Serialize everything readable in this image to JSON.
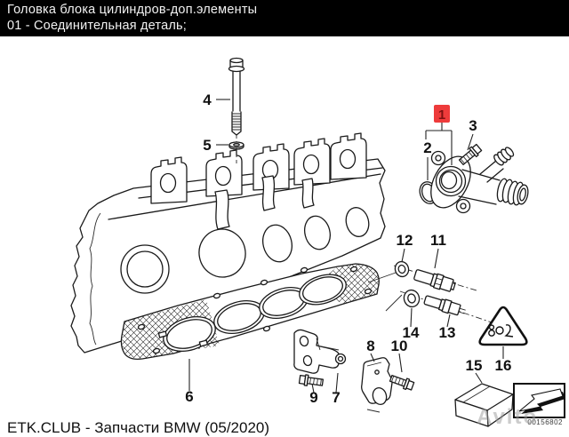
{
  "header": {
    "title": "Головка блока цилиндров-доп.элементы",
    "subtitle": "01 - Соединительная деталь;"
  },
  "footer": {
    "text": "ETK.CLUB - Запчасти BMW (05/2020)"
  },
  "diagram": {
    "image_code": "00156802",
    "watermark": "Avito",
    "highlight_color": "#ee3b3b",
    "labels": [
      {
        "num": "1",
        "highlighted": true
      },
      {
        "num": "2"
      },
      {
        "num": "3"
      },
      {
        "num": "4"
      },
      {
        "num": "5"
      },
      {
        "num": "6"
      },
      {
        "num": "7"
      },
      {
        "num": "8"
      },
      {
        "num": "9"
      },
      {
        "num": "10"
      },
      {
        "num": "11"
      },
      {
        "num": "12"
      },
      {
        "num": "13"
      },
      {
        "num": "14"
      },
      {
        "num": "15"
      },
      {
        "num": "16"
      }
    ]
  }
}
